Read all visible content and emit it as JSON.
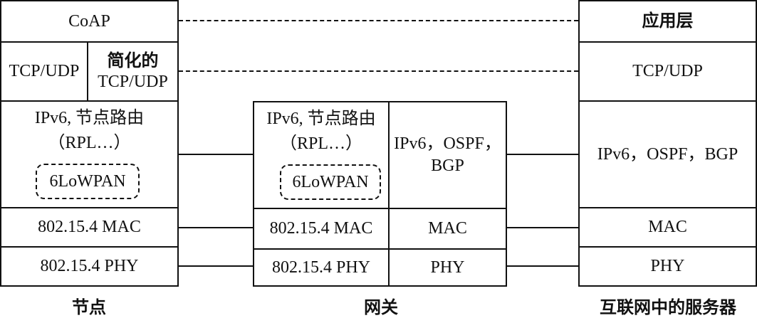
{
  "node": {
    "coap": "CoAP",
    "tcp_udp": "TCP/UDP",
    "simplified": "简化的",
    "simplified_tcp_udp": "TCP/UDP",
    "ipv6_routing": "IPv6, 节点路由",
    "rpl": "（RPL…）",
    "lowpan": "6LoWPAN",
    "mac": "802.15.4 MAC",
    "phy": "802.15.4 PHY",
    "caption": "节点"
  },
  "gateway": {
    "ipv6_routing": "IPv6, 节点路由",
    "rpl": "（RPL…）",
    "lowpan": "6LoWPAN",
    "ipv6_ospf": "IPv6，OSPF，",
    "bgp": "BGP",
    "mac_802154": "802.15.4 MAC",
    "phy_802154": "802.15.4 PHY",
    "mac": "MAC",
    "phy": "PHY",
    "caption": "网关"
  },
  "server": {
    "app_layer": "应用层",
    "tcp_udp": "TCP/UDP",
    "ipv6_ospf_bgp": "IPv6，OSPF，BGP",
    "mac": "MAC",
    "phy": "PHY",
    "caption": "互联网中的服务器"
  }
}
